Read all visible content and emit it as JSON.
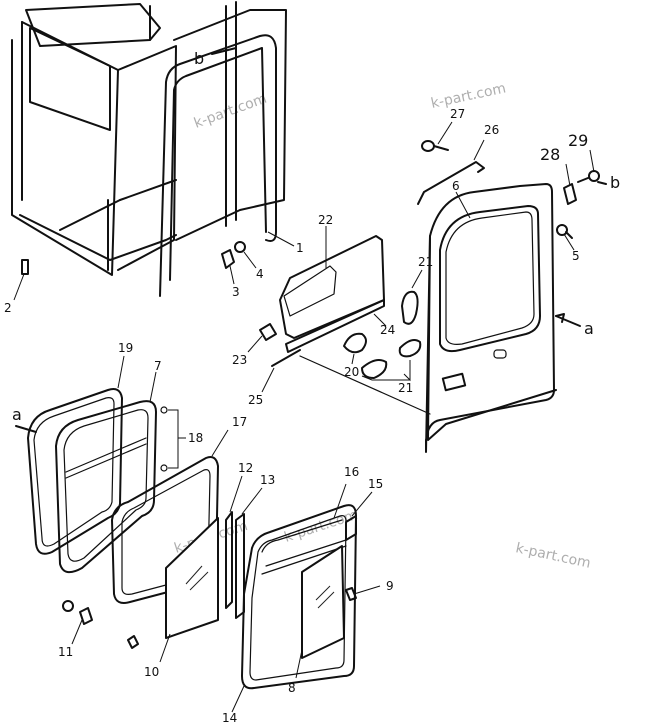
{
  "callouts": {
    "c1": "1",
    "c2": "2",
    "c3": "3",
    "c4": "4",
    "c5": "5",
    "c6": "6",
    "c7": "7",
    "c8": "8",
    "c9": "9",
    "c10": "10",
    "c11": "11",
    "c12": "12",
    "c13": "13",
    "c14": "14",
    "c15": "15",
    "c16": "16",
    "c17": "17",
    "c18": "18",
    "c19": "19",
    "c20": "20",
    "c21a": "21",
    "c21b": "21",
    "c22": "22",
    "c23": "23",
    "c24": "24",
    "c25": "25",
    "c26": "26",
    "c27": "27",
    "c28": "28",
    "c29": "29"
  },
  "reference_letters": {
    "b_top": "b",
    "b_right": "b",
    "a_right": "a",
    "a_left": "a"
  },
  "watermarks": {
    "wm1": "k-part.com",
    "wm2": "k-part.com",
    "wm3": "k-part.com",
    "wm4": "k-part.com",
    "wm5": "k-part.com"
  }
}
